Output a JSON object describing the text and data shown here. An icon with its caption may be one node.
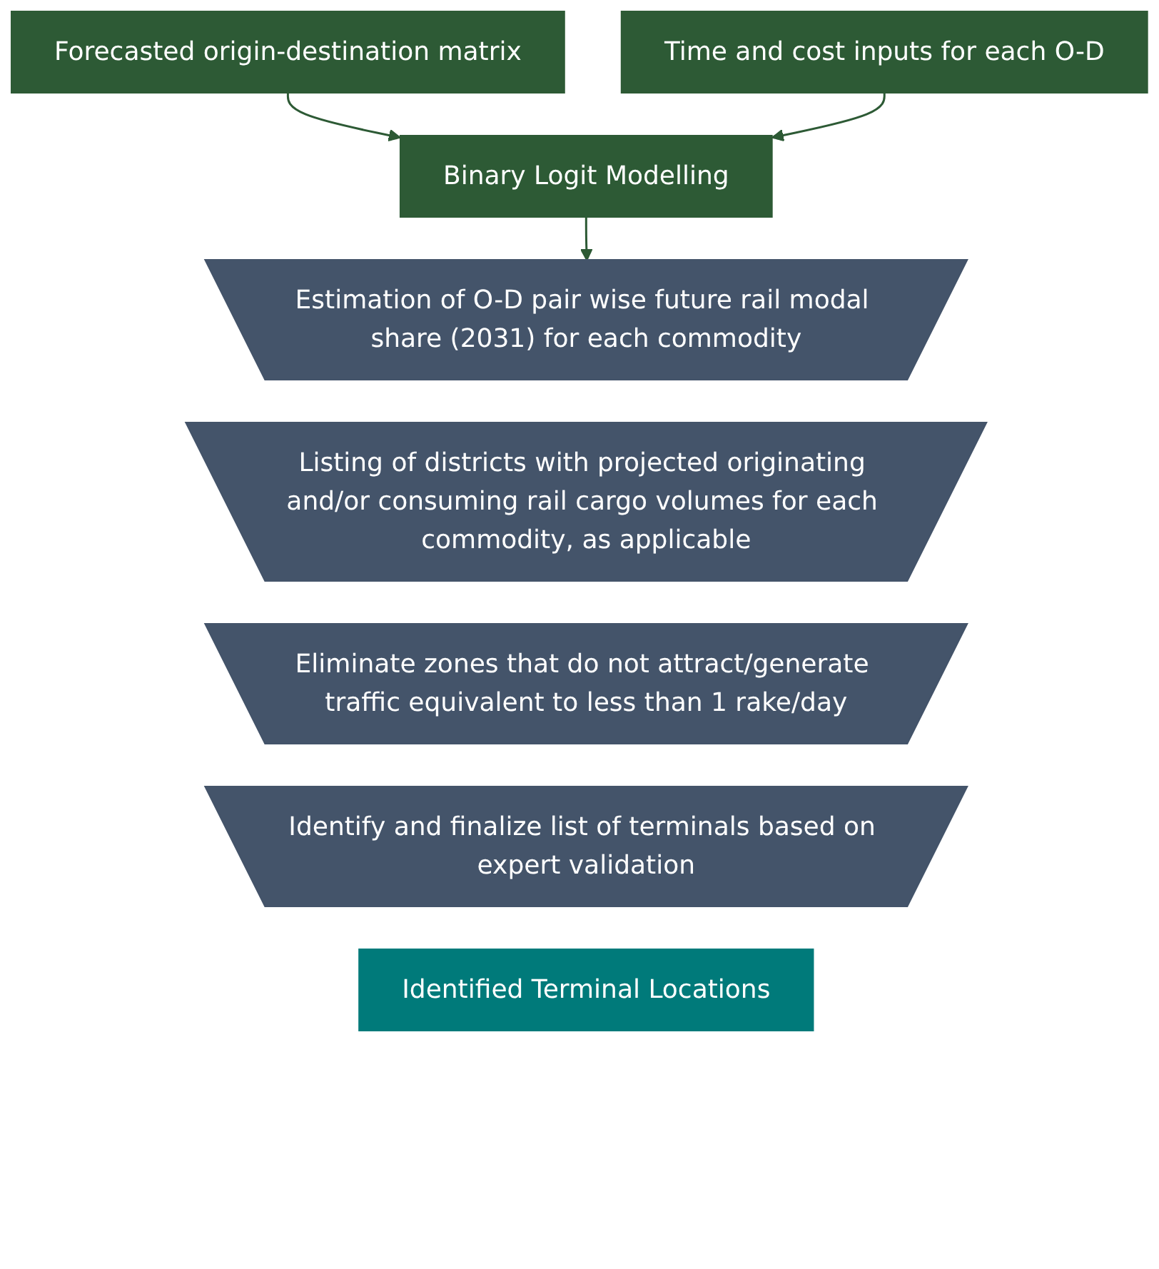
{
  "diagram": {
    "nodes": [
      {
        "text": [
          "Forecasted origin-destination matrix"
        ]
      },
      {
        "text": [
          "Time and cost inputs for each O-D"
        ]
      },
      {
        "text": [
          "Binary Logit Modelling"
        ]
      },
      {
        "text": [
          "Estimation of O-D pair wise future rail modal share (2031) for each commodity"
        ]
      },
      {
        "text": [
          "Listing of districts with projected originating and/or consuming rail cargo volumes for each commodity, as applicable"
        ]
      },
      {
        "text": [
          "Eliminate zones that do not attract/generate traffic equivalent to less than 1 rake/day"
        ]
      },
      {
        "text": [
          "Identify and finalize list of terminals based on expert validation"
        ]
      },
      {
        "text": [
          "Identified Terminal Locations"
        ]
      }
    ],
    "edges": [
      {
        "from": 0,
        "to": 2,
        "arrow": "to"
      },
      {
        "from": 1,
        "to": 2,
        "arrow": "to"
      },
      {
        "from": 2,
        "to": 3,
        "arrow": "to"
      }
    ]
  }
}
